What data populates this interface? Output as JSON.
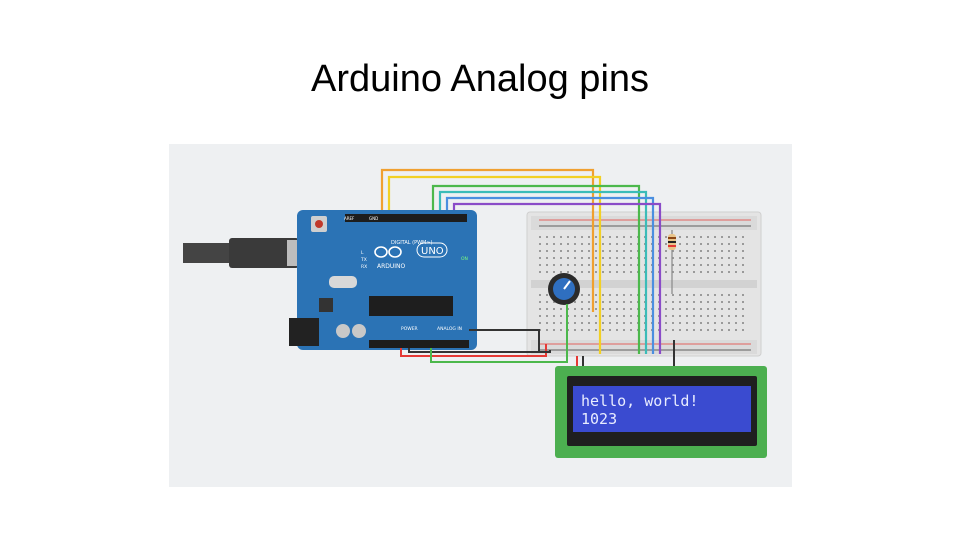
{
  "slide": {
    "title": "Arduino Analog pins"
  },
  "board": {
    "brand": "ARDUINO",
    "model": "UNO",
    "digital_label": "DIGITAL (PWM~)",
    "analog_label": "ANALOG IN",
    "power_label": "POWER",
    "on_label": "ON",
    "tx_label": "TX",
    "rx_label": "RX",
    "l_label": "L",
    "aref_label": "AREF",
    "gnd_label": "GND"
  },
  "lcd": {
    "line1": "hello, world!",
    "line2": "1023"
  },
  "colors": {
    "board": "#2b73b5",
    "lcd_screen": "#3a4bd0",
    "lcd_text": "#e8ecff",
    "lcd_pcb": "#4caf50",
    "breadboard": "#e6e6e6",
    "wire_orange": "#f0a030",
    "wire_yellow": "#f2d024",
    "wire_green": "#4cb84c",
    "wire_teal": "#3bbcb8",
    "wire_blue": "#4b8fe0",
    "wire_purple": "#8a4cc8",
    "wire_red": "#e53935",
    "wire_black": "#333333"
  }
}
